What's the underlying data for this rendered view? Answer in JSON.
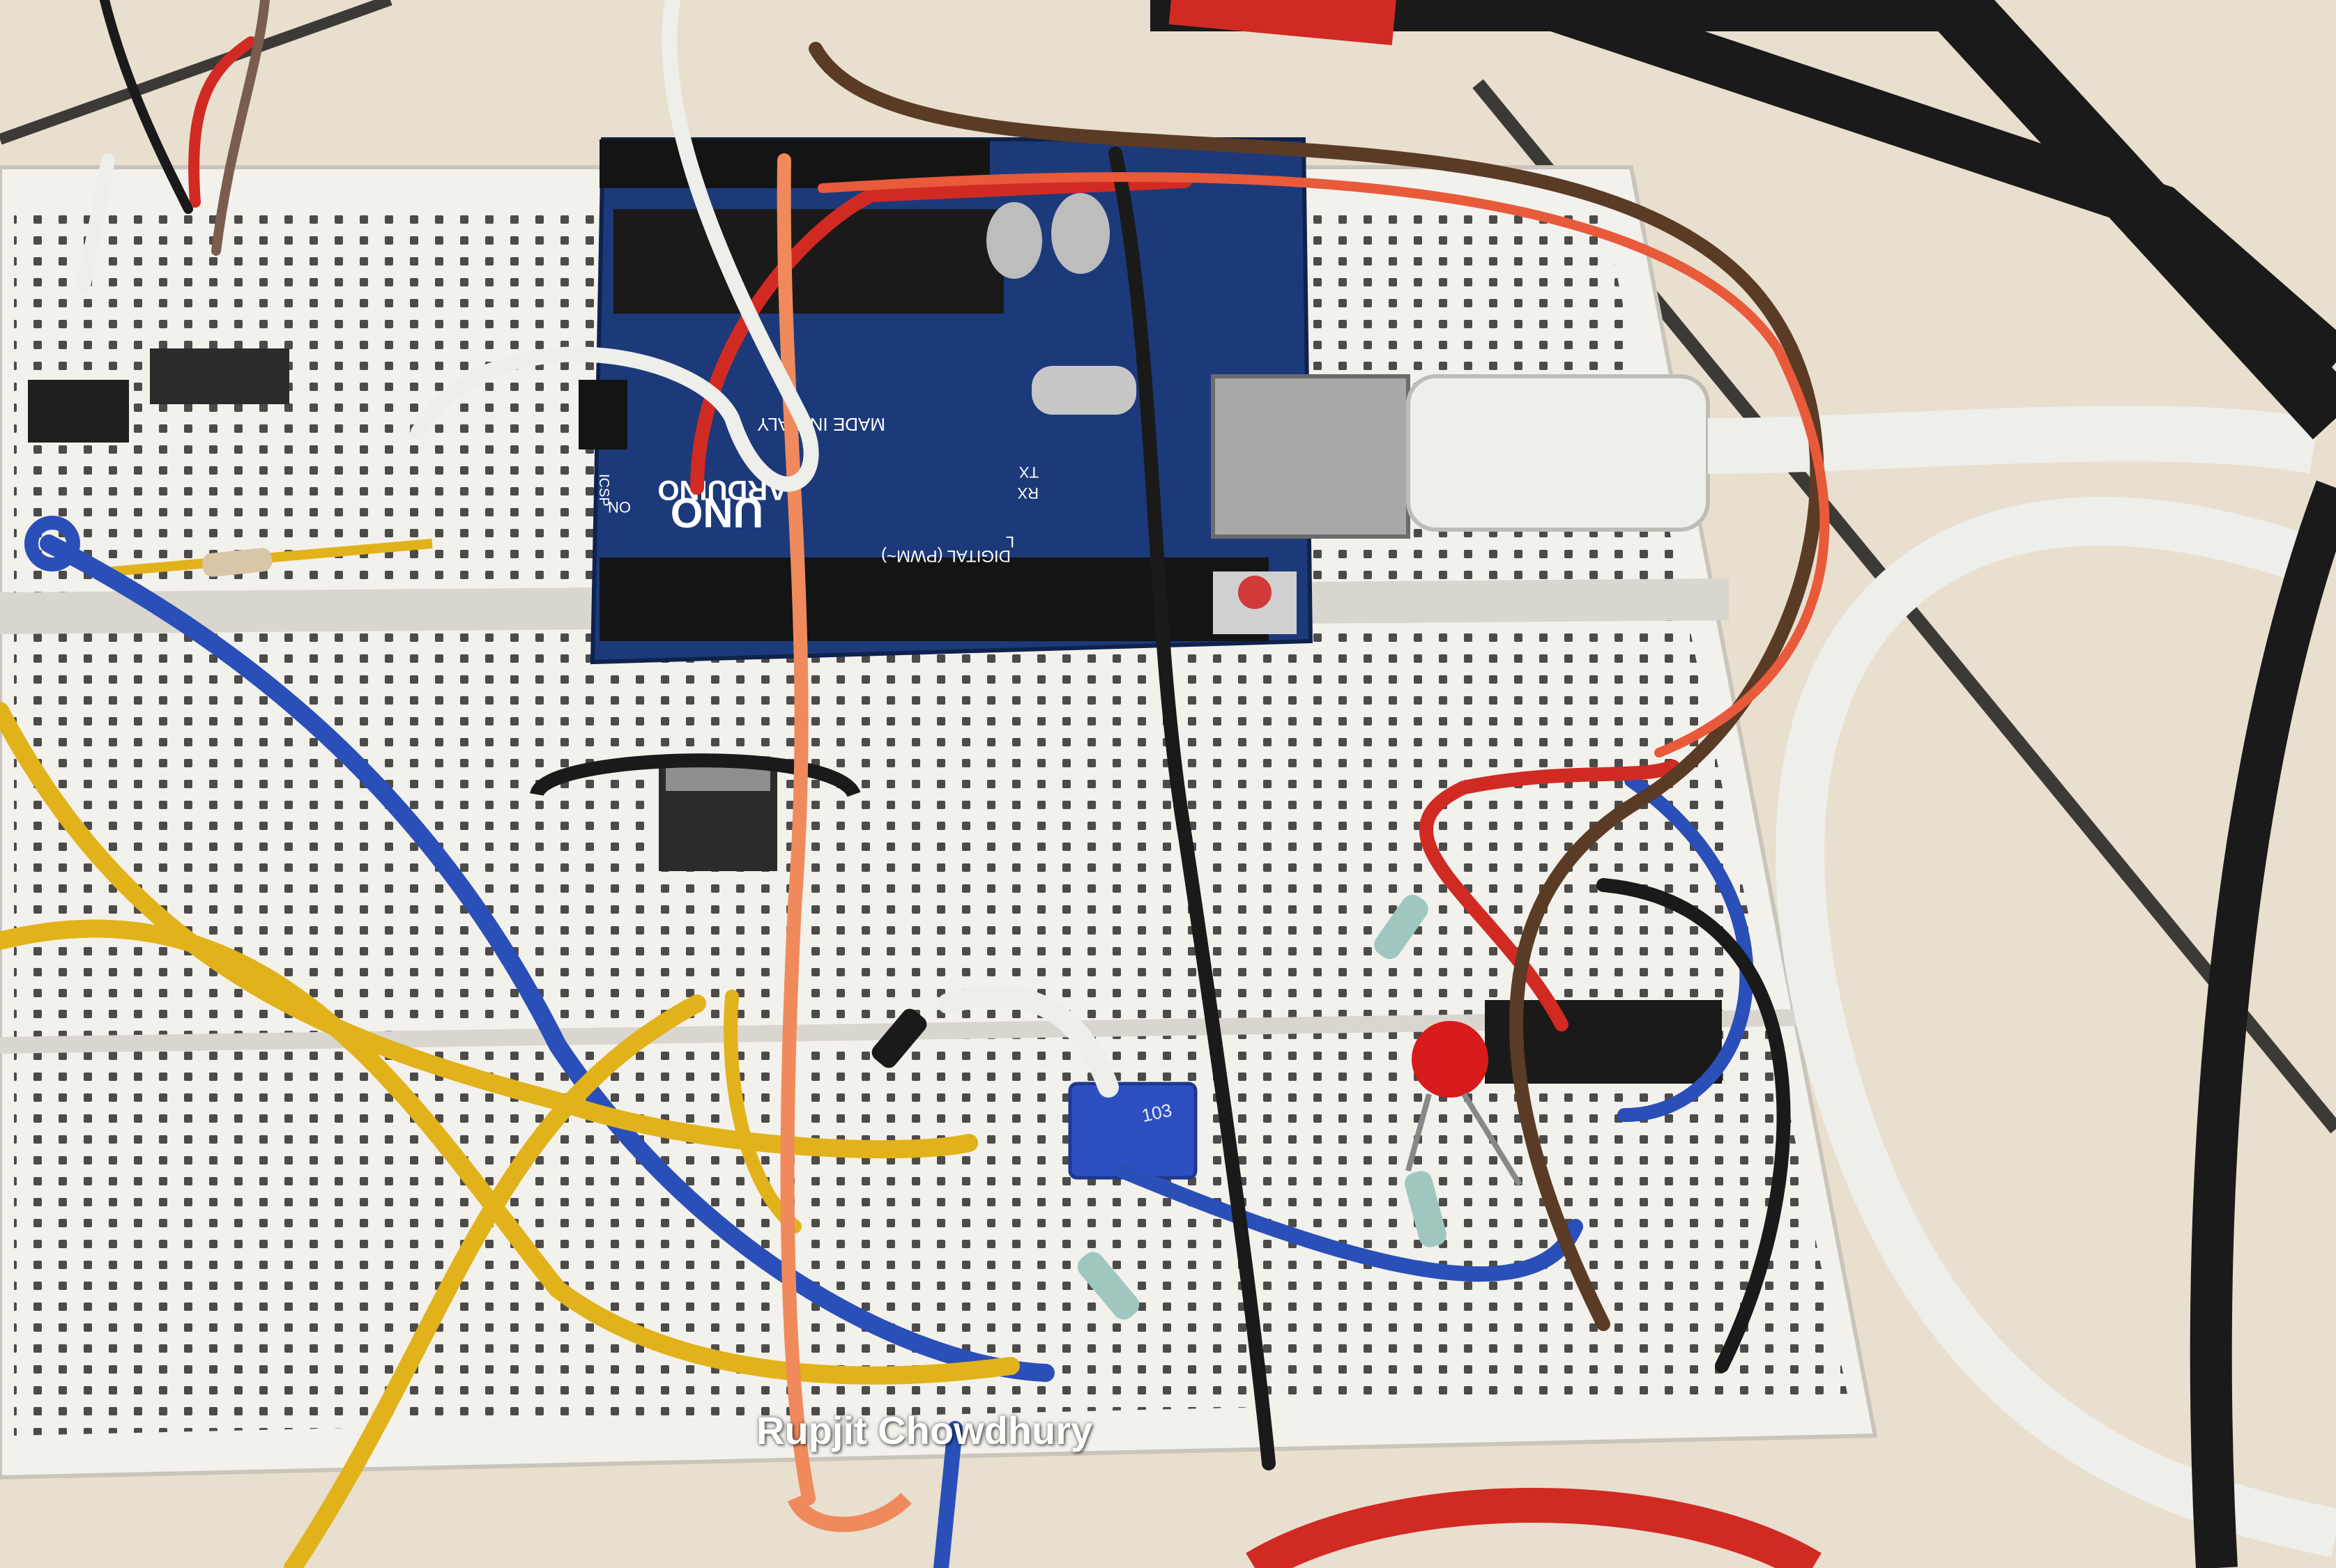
{
  "photo": {
    "board_label_made_in": "MADE IN ITALY",
    "board_brand": "ARDUINO",
    "board_model": "UNO",
    "board_header_label": "DIGITAL (PWM~)",
    "board_led_labels": [
      "ON",
      "TX",
      "RX",
      "L"
    ],
    "icsp_label": "ICSP",
    "pot_marking": "103",
    "watermark": "Rupjit Chowdhury"
  },
  "colors": {
    "floor": "#e9dfcf",
    "breadboard": "#f3f1ec",
    "arduino_pcb": "#1c3a7a",
    "wire_blue": "#2a4fb8",
    "wire_yellow": "#e1b21a",
    "wire_red": "#d12a23",
    "wire_orange": "#f08a5c",
    "wire_black": "#1a1a1a",
    "wire_white": "#eeeeea",
    "wire_brown": "#5a3b25",
    "led": "#d81b1b"
  }
}
